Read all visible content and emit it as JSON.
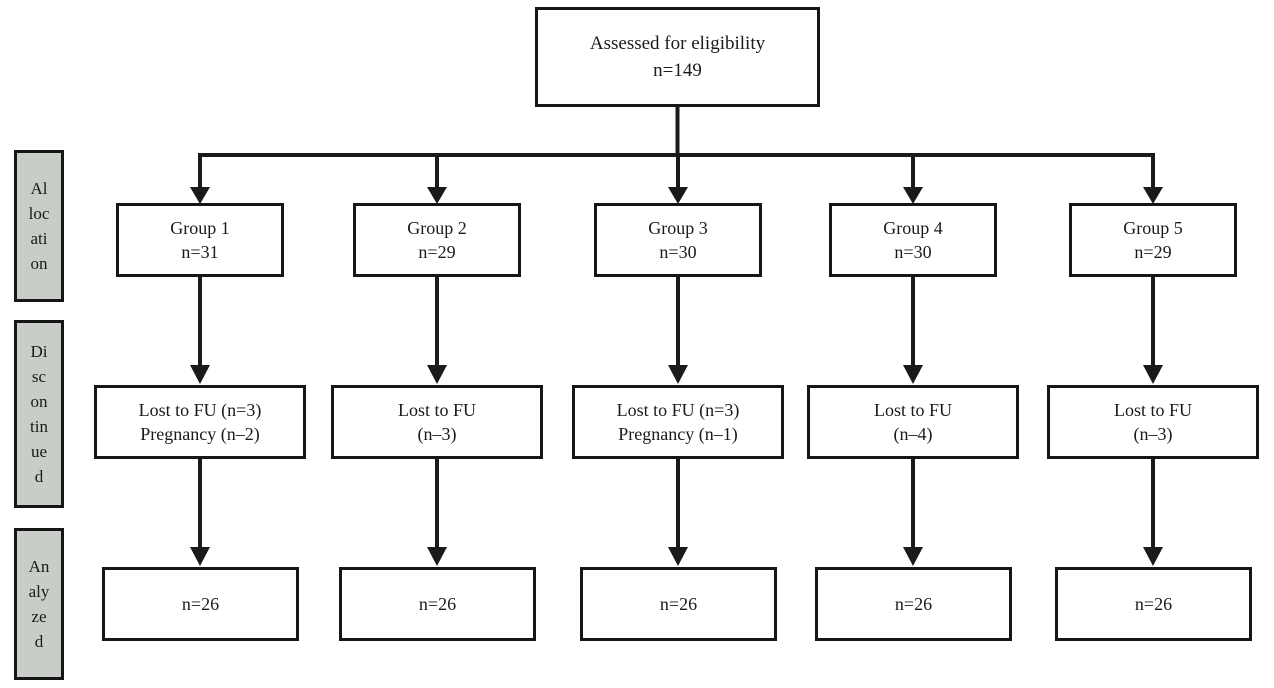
{
  "figure": {
    "type": "participant-flow-diagram",
    "top_box": {
      "line1": "Assessed for eligibility",
      "line2": "n=149"
    },
    "stages": [
      {
        "id": "allocation",
        "text": "Allocation",
        "lines": [
          "Al",
          "loc",
          "ati",
          "on"
        ]
      },
      {
        "id": "discontinued",
        "text": "Discontinued",
        "lines": [
          "Di",
          "sc",
          "on",
          "tin",
          "ue",
          "d"
        ]
      },
      {
        "id": "analyzed",
        "text": "Analyzed",
        "lines": [
          "An",
          "aly",
          "ze",
          "d"
        ]
      }
    ],
    "columns": [
      {
        "group_label": "Group 1",
        "group_n": "n=31",
        "discontinued_line1": "Lost to FU (n=3)",
        "discontinued_line2": "Pregnancy (n–2)",
        "analyzed_n": "n=26"
      },
      {
        "group_label": "Group 2",
        "group_n": "n=29",
        "discontinued_line1": "Lost to FU",
        "discontinued_line2": "(n–3)",
        "analyzed_n": "n=26"
      },
      {
        "group_label": "Group 3",
        "group_n": "n=30",
        "discontinued_line1": "Lost to FU (n=3)",
        "discontinued_line2": "Pregnancy (n–1)",
        "analyzed_n": "n=26"
      },
      {
        "group_label": "Group 4",
        "group_n": "n=30",
        "discontinued_line1": "Lost to FU",
        "discontinued_line2": "(n–4)",
        "analyzed_n": "n=26"
      },
      {
        "group_label": "Group 5",
        "group_n": "n=29",
        "discontinued_line1": "Lost to FU",
        "discontinued_line2": "(n–3)",
        "analyzed_n": "n=26"
      }
    ],
    "colors": {
      "stage_label_background": "#c9cdc8",
      "box_border": "#161616",
      "line": "#1a1a1a"
    }
  }
}
